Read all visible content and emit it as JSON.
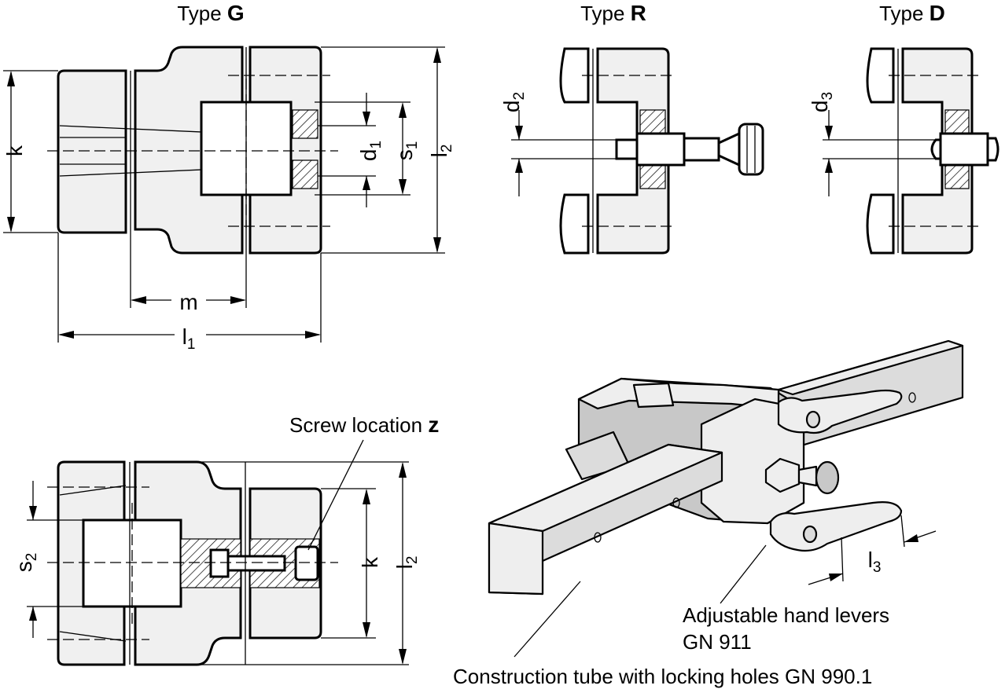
{
  "views": {
    "type_g": {
      "prefix": "Type ",
      "letter": "G"
    },
    "type_r": {
      "prefix": "Type ",
      "letter": "R"
    },
    "type_d": {
      "prefix": "Type ",
      "letter": "D"
    }
  },
  "dimensions": {
    "k": "k",
    "d": "d",
    "s": "s",
    "l": "l",
    "m": "m",
    "sub_1": "1",
    "sub_2": "2",
    "sub_3": "3"
  },
  "callouts": {
    "screw_location": {
      "text": "Screw location ",
      "bold": "z"
    },
    "hand_levers_line1": "Adjustable hand levers",
    "hand_levers_line2": "GN 911",
    "construction_tube": "Construction tube with locking holes GN 990.1"
  }
}
